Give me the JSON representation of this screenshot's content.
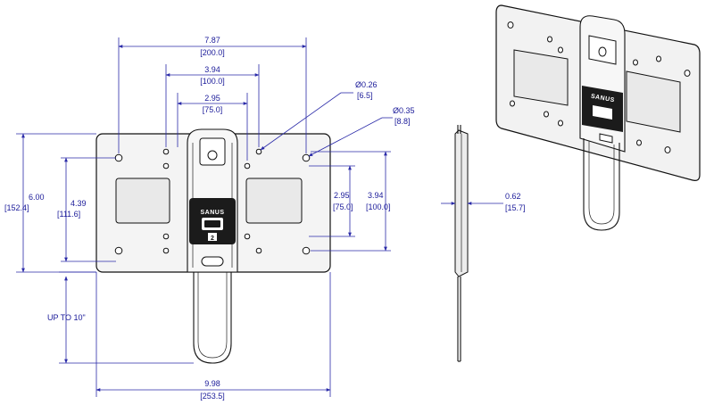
{
  "dimensions": {
    "overall_width": {
      "in": "7.87",
      "mm": "[200.0]"
    },
    "pattern_100_h": {
      "in": "3.94",
      "mm": "[100.0]"
    },
    "pattern_75_h": {
      "in": "2.95",
      "mm": "[75.0]"
    },
    "small_hole": {
      "in": "Ø0.26",
      "mm": "[6.5]"
    },
    "large_hole": {
      "in": "Ø0.35",
      "mm": "[8.8]"
    },
    "overall_height": {
      "in": "6.00",
      "mm": "[152.4]"
    },
    "pattern_111_v": {
      "in": "4.39",
      "mm": "[111.6]"
    },
    "pattern_75_v": {
      "in": "2.95",
      "mm": "[75.0]"
    },
    "pattern_100_v": {
      "in": "3.94",
      "mm": "[100.0]"
    },
    "extension": {
      "text": "UP TO 10\""
    },
    "total_width": {
      "in": "9.98",
      "mm": "[253.5]"
    },
    "depth": {
      "in": "0.62",
      "mm": "[15.7]"
    }
  },
  "labels": {
    "brand_front": "SANUS",
    "brand_iso": "SANUS",
    "lock_number": "2"
  },
  "colors": {
    "dimension_lines": "#2a2aa8",
    "outline": "#111111"
  }
}
